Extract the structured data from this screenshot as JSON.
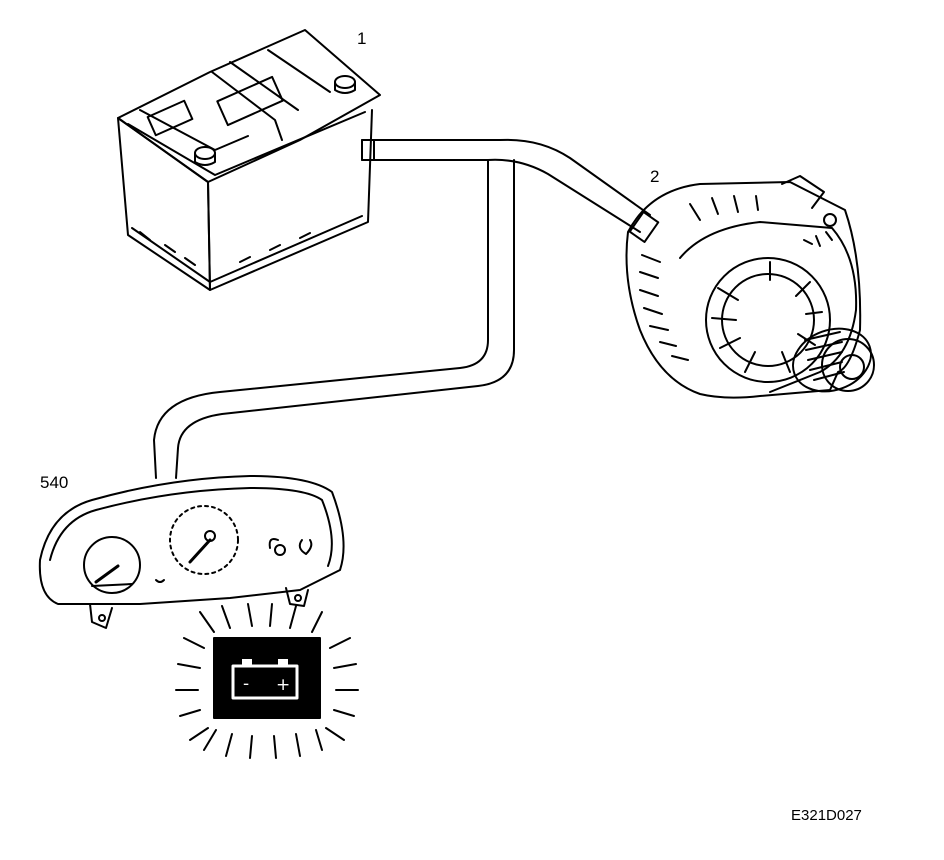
{
  "labels": {
    "battery": "1",
    "alternator": "2",
    "instrument_cluster": "540"
  },
  "warning_lamp": {
    "minus_symbol": "-",
    "plus_symbol": "+"
  },
  "reference_code": "E321D027",
  "colors": {
    "line": "#000000",
    "background": "#ffffff"
  }
}
